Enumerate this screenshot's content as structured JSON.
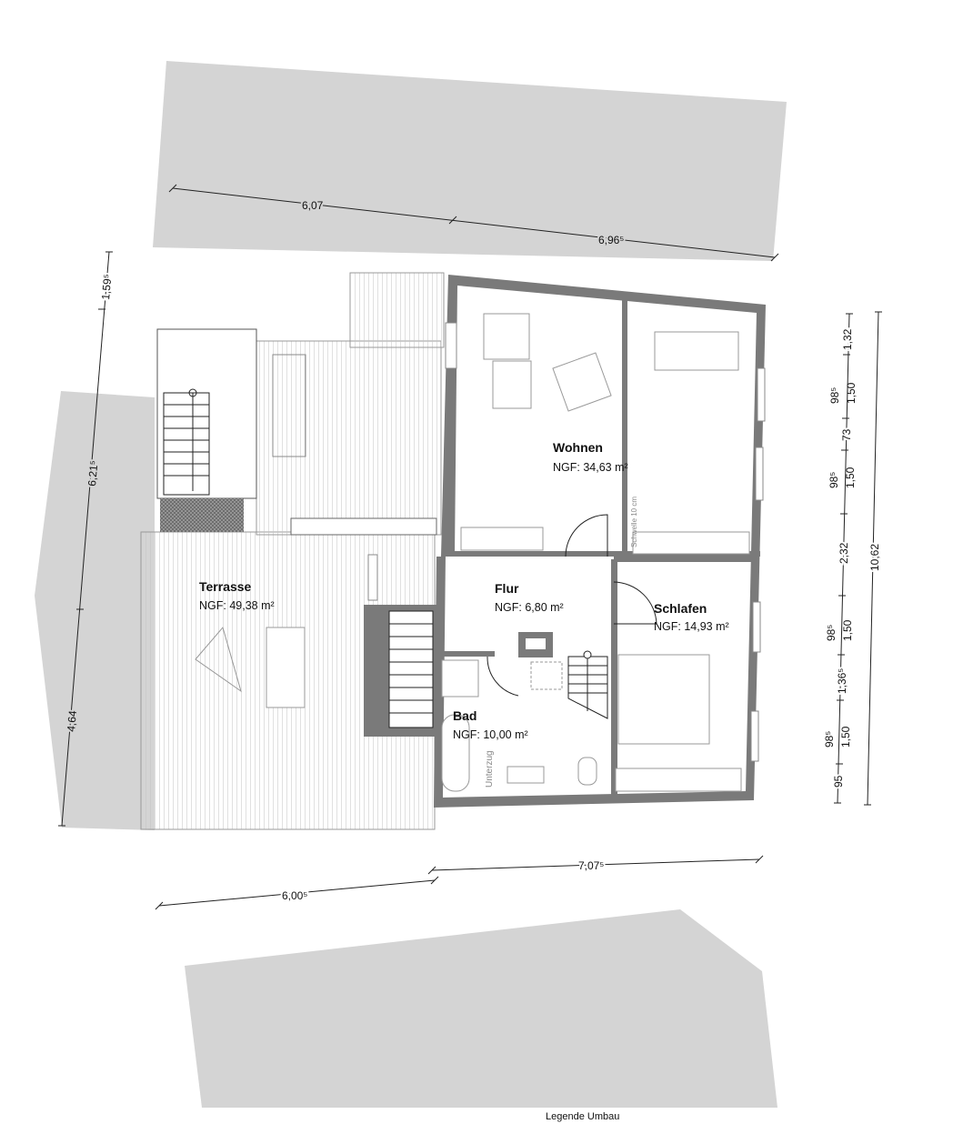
{
  "colors": {
    "neighbor": "#d4d4d4",
    "wall": "#7a7a7a",
    "deck_stripe": "#bdbdbd"
  },
  "rooms": [
    {
      "name": "Wohnen",
      "area": "NGF: 34,63 m²"
    },
    {
      "name": "Terrasse",
      "area": "NGF: 49,38 m²"
    },
    {
      "name": "Flur",
      "area": "NGF: 6,80 m²"
    },
    {
      "name": "Schlafen",
      "area": "NGF: 14,93 m²"
    },
    {
      "name": "Bad",
      "area": "NGF: 10,00 m²"
    }
  ],
  "annotations": {
    "unterzug": "Unterzug",
    "schwelle": "Schwelle 10 cm"
  },
  "dimensions": {
    "top": [
      "6,07",
      "6,96⁵"
    ],
    "left": [
      "1,59⁵",
      "6,21⁵",
      "4,64"
    ],
    "right_chain": [
      "1,32",
      "98⁵",
      "1,50",
      "73",
      "98⁵",
      "1,50",
      "2,32",
      "98⁵",
      "1,50",
      "1,36⁵",
      "98⁵",
      "1,50",
      "95"
    ],
    "right_total": "10,62",
    "bottom": [
      "7,07⁵",
      "6,00⁵"
    ]
  },
  "legend": "Legende Umbau"
}
